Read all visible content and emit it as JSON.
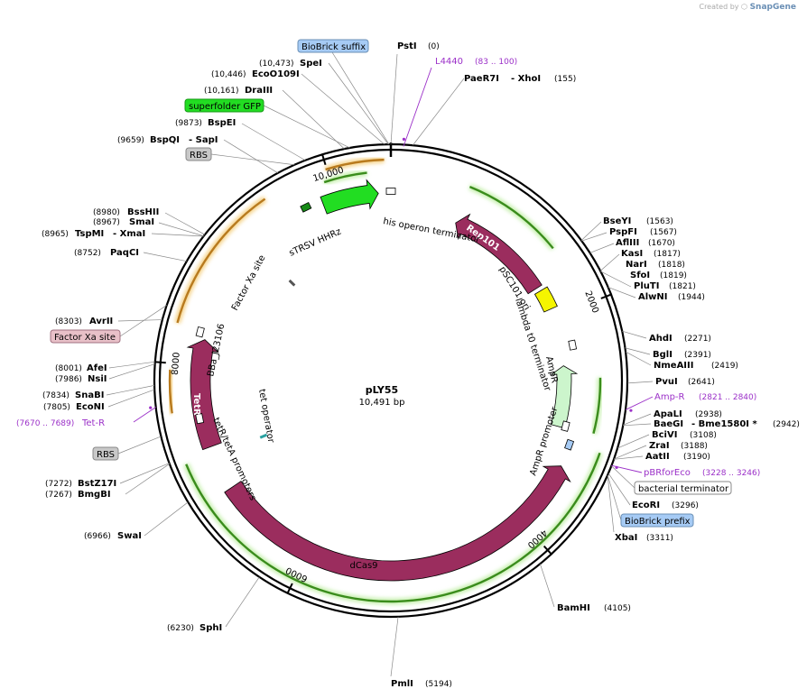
{
  "header": {
    "credit_prefix": "Created by",
    "credit_brand": "SnapGene"
  },
  "plasmid": {
    "name": "pLY55",
    "size_label": "10,491 bp",
    "length": 10491
  },
  "colors": {
    "dcas9": "#9b2d5e",
    "tetr": "#9b2d5e",
    "rep101": "#9b2d5e",
    "ampr": "#ccf5cc",
    "gfp": "#22dd22",
    "ori": "#f5f500",
    "arc_orange": "#f0a030",
    "arc_green": "#55b030",
    "primer": "#9b30c8",
    "box_blue": "#a6cbf5",
    "box_green": "#22dd22",
    "box_gray": "#c8c8c8",
    "box_pink": "#e8c0c8"
  },
  "ticks": [
    {
      "label": "2000",
      "pos": 2000
    },
    {
      "label": "4000",
      "pos": 4000
    },
    {
      "label": "6000",
      "pos": 6000
    },
    {
      "label": "8000",
      "pos": 8000
    },
    {
      "label": "10,000",
      "pos": 10000
    }
  ],
  "features": [
    {
      "name": "dCas9",
      "label": "dCas9"
    },
    {
      "name": "TetR",
      "label": "TetR"
    },
    {
      "name": "Rep101",
      "label": "Rep101"
    },
    {
      "name": "AmpR",
      "label": "AmpR"
    },
    {
      "name": "sTRSV HHRz",
      "label": "sTRSV HHRz"
    },
    {
      "name": "his operon terminator",
      "label": "his operon terminator"
    },
    {
      "name": "pSC101 ori",
      "label": "pSC101 ori"
    },
    {
      "name": "lambda t0 terminator",
      "label": "lambda t0 terminator"
    },
    {
      "name": "AmpR promoter",
      "label": "AmpR promoter"
    },
    {
      "name": "tetR/tetA promoters",
      "label": "tetR/tetA promoters"
    },
    {
      "name": "tet operator",
      "label": "tet operator"
    },
    {
      "name": "BBa_J23106",
      "label": "BBa_J23106"
    },
    {
      "name": "Factor Xa site",
      "label": "Factor Xa site"
    }
  ],
  "sites": {
    "right": [
      {
        "name": "PaeR7I",
        "extra": "- XhoI",
        "pos": "(155)"
      },
      {
        "name": "BseYI",
        "pos": "(1563)"
      },
      {
        "name": "PspFI",
        "pos": "(1567)"
      },
      {
        "name": "AflIII",
        "pos": "(1670)"
      },
      {
        "name": "KasI",
        "pos": "(1817)"
      },
      {
        "name": "NarI",
        "pos": "(1818)"
      },
      {
        "name": "SfoI",
        "pos": "(1819)"
      },
      {
        "name": "PluTI",
        "pos": "(1821)"
      },
      {
        "name": "AlwNI",
        "pos": "(1944)"
      },
      {
        "name": "AhdI",
        "pos": "(2271)"
      },
      {
        "name": "BglI",
        "pos": "(2391)"
      },
      {
        "name": "NmeAIII",
        "pos": "(2419)"
      },
      {
        "name": "PvuI",
        "pos": "(2641)"
      },
      {
        "name": "ApaLI",
        "pos": "(2938)"
      },
      {
        "name": "BaeGI",
        "extra": "- Bme1580I *",
        "pos": "(2942)"
      },
      {
        "name": "BciVI",
        "pos": "(3108)"
      },
      {
        "name": "ZraI",
        "pos": "(3188)"
      },
      {
        "name": "AatII",
        "pos": "(3190)"
      },
      {
        "name": "EcoRI",
        "pos": "(3296)"
      },
      {
        "name": "XbaI",
        "pos": "(3311)"
      },
      {
        "name": "BamHI",
        "pos": "(4105)"
      },
      {
        "name": "PmlI",
        "pos": "(5194)"
      }
    ],
    "left": [
      {
        "name": "PstI",
        "pos": "(0)"
      },
      {
        "name": "SpeI",
        "pos": "(10,473)"
      },
      {
        "name": "EcoO109I",
        "pos": "(10,446)"
      },
      {
        "name": "DraIII",
        "pos": "(10,161)"
      },
      {
        "name": "BspEI",
        "pos": "(9873)"
      },
      {
        "name": "BspQI",
        "extra": "- SapI",
        "pos": "(9659)"
      },
      {
        "name": "BssHII",
        "pos": "(8980)"
      },
      {
        "name": "SmaI",
        "pos": "(8967)"
      },
      {
        "name": "TspMI",
        "extra": "- XmaI",
        "pos": "(8965)"
      },
      {
        "name": "PaqCI",
        "pos": "(8752)"
      },
      {
        "name": "AvrII",
        "pos": "(8303)"
      },
      {
        "name": "AfeI",
        "pos": "(8001)"
      },
      {
        "name": "NsiI",
        "pos": "(7986)"
      },
      {
        "name": "SnaBI",
        "pos": "(7834)"
      },
      {
        "name": "EcoNI",
        "pos": "(7805)"
      },
      {
        "name": "BstZ17I",
        "pos": "(7272)"
      },
      {
        "name": "BmgBI",
        "pos": "(7267)"
      },
      {
        "name": "SwaI",
        "pos": "(6966)"
      },
      {
        "name": "SphI",
        "pos": "(6230)"
      }
    ]
  },
  "primers": [
    {
      "name": "L4440",
      "pos": "(83 .. 100)"
    },
    {
      "name": "Amp-R",
      "pos": "(2821 .. 2840)"
    },
    {
      "name": "pBRforEco",
      "pos": "(3228 .. 3246)"
    },
    {
      "name": "Tet-R",
      "pos": "(7670 .. 7689)"
    }
  ],
  "boxed": [
    {
      "name": "BioBrick suffix",
      "color": "blue"
    },
    {
      "name": "superfolder GFP",
      "color": "green"
    },
    {
      "name": "RBS",
      "color": "gray"
    },
    {
      "name": "Factor Xa site",
      "color": "pink"
    },
    {
      "name": "RBS",
      "color": "gray"
    },
    {
      "name": "bacterial terminator",
      "color": "white"
    },
    {
      "name": "BioBrick prefix",
      "color": "blue"
    }
  ]
}
